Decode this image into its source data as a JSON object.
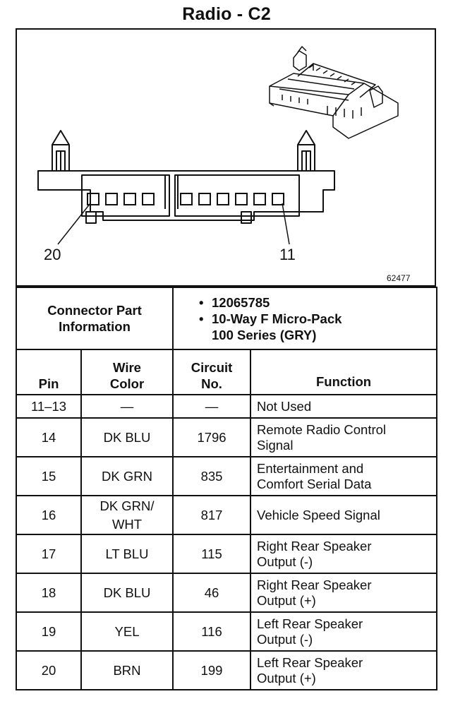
{
  "title": "Radio - C2",
  "figure": {
    "pin_callouts": {
      "left": "20",
      "right": "11"
    },
    "figure_number": "62477"
  },
  "connector_info": {
    "label": [
      "Connector Part",
      "Information"
    ],
    "bullet": "•",
    "items": [
      "12065785",
      "10-Way F Micro-Pack",
      "100 Series (GRY)"
    ]
  },
  "table": {
    "headers": {
      "pin": "Pin",
      "wire_color": [
        "Wire",
        "Color"
      ],
      "circuit": [
        "Circuit",
        "No."
      ],
      "function": "Function"
    },
    "rows": [
      {
        "pin": "11–13",
        "wire": [
          "—"
        ],
        "circuit": "—",
        "function": [
          "Not Used"
        ]
      },
      {
        "pin": "14",
        "wire": [
          "DK BLU"
        ],
        "circuit": "1796",
        "function": [
          "Remote Radio Control",
          "Signal"
        ]
      },
      {
        "pin": "15",
        "wire": [
          "DK GRN"
        ],
        "circuit": "835",
        "function": [
          "Entertainment and",
          "Comfort Serial Data"
        ]
      },
      {
        "pin": "16",
        "wire": [
          "DK GRN/",
          "WHT"
        ],
        "circuit": "817",
        "function": [
          "Vehicle Speed Signal"
        ]
      },
      {
        "pin": "17",
        "wire": [
          "LT BLU"
        ],
        "circuit": "115",
        "function": [
          "Right Rear Speaker",
          "Output (-)"
        ]
      },
      {
        "pin": "18",
        "wire": [
          "DK BLU"
        ],
        "circuit": "46",
        "function": [
          "Right Rear Speaker",
          "Output (+)"
        ]
      },
      {
        "pin": "19",
        "wire": [
          "YEL"
        ],
        "circuit": "116",
        "function": [
          "Left Rear Speaker",
          "Output (-)"
        ]
      },
      {
        "pin": "20",
        "wire": [
          "BRN"
        ],
        "circuit": "199",
        "function": [
          "Left Rear Speaker",
          "Output (+)"
        ]
      }
    ]
  }
}
